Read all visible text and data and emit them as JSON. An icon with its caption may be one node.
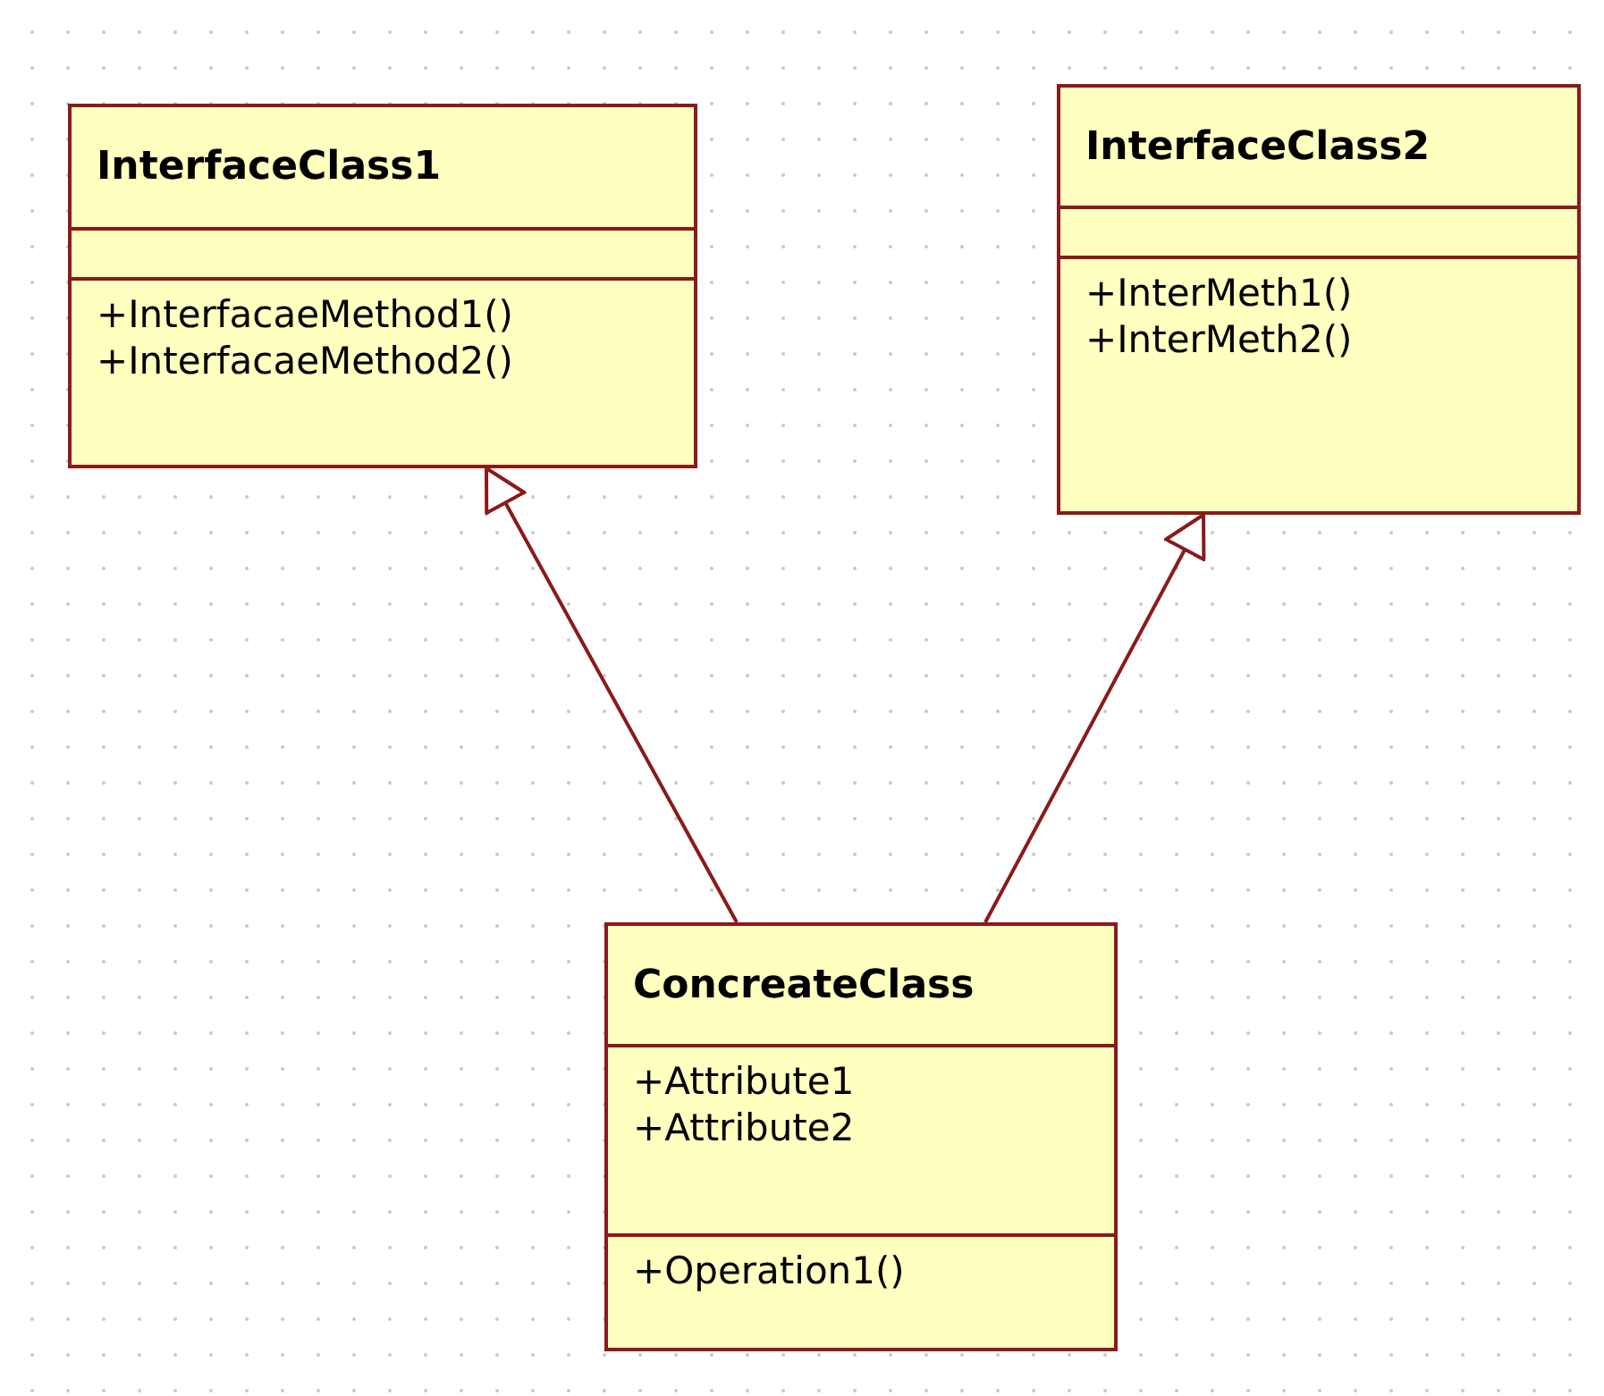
{
  "diagram": {
    "nodes": [
      {
        "text": [
          "InterfaceClass1",
          "+InterfacaeMethod1()",
          "+InterfacaeMethod2()"
        ]
      },
      {
        "text": [
          "InterfaceClass2",
          "+InterMeth1()",
          "+InterMeth2()"
        ]
      },
      {
        "text": [
          "ConcreateClass",
          "+Attribute1",
          "+Attribute2",
          "+Operation1()"
        ]
      }
    ],
    "edges": [
      {
        "from": 2,
        "to": 0,
        "arrow": "to"
      },
      {
        "from": 2,
        "to": 1,
        "arrow": "to"
      }
    ]
  }
}
